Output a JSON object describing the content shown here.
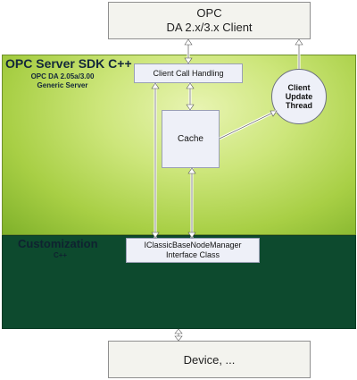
{
  "opc_client": {
    "line1": "OPC",
    "line2": "DA 2.x/3.x Client"
  },
  "server_panel": {
    "title": "OPC Server SDK C++",
    "subtitle_line1": "OPC DA 2.05a/3.00",
    "subtitle_line2": "Generic Server"
  },
  "client_call_handling": "Client Call Handling",
  "cache": "Cache",
  "update_thread": {
    "line1": "Client",
    "line2": "Update",
    "line3": "Thread"
  },
  "customization": {
    "title": "Customization",
    "subtitle": "C++"
  },
  "interface_box": {
    "line1": "IClassicBaseNodeManager",
    "line2": "Interface Class"
  },
  "device": "Device, ...",
  "colors": {
    "green": "#a8cf45",
    "dark_green": "#0d4a2e",
    "box_fill": "#eef0f8"
  }
}
